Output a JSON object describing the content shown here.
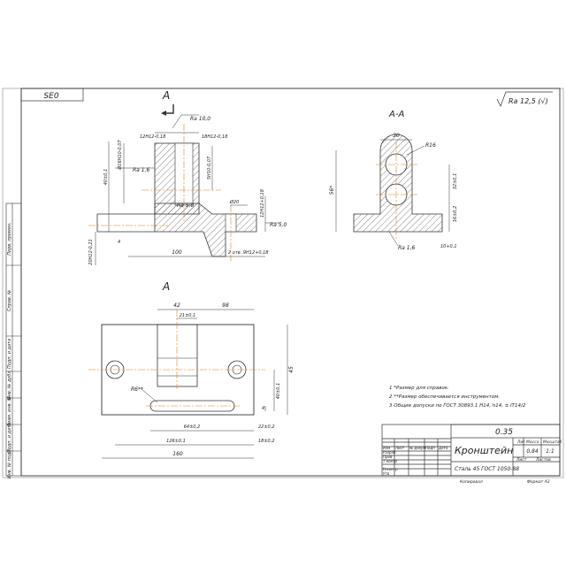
{
  "sheet": {
    "top_code": "SE0",
    "roughness": "Ra 12,5 (√)"
  },
  "views": {
    "section_marker": "A",
    "section_title": "A-A",
    "plan_marker": "A"
  },
  "dims_front": {
    "ra_top": "Ra 10,0",
    "d1": "12H12-0,18",
    "d2": "18H12-0,18",
    "v1": "Ø16H10-0,07",
    "v2": "40±0,1",
    "v3": "5H10-0,07",
    "ra_left": "Ra 1,6",
    "ra_mid": "Ra 5,0",
    "ra_right": "Ra 5,0",
    "d3": "Ø20",
    "v4": "12H12+0,18",
    "v5": "20H12-0,21",
    "v6": "4",
    "len": "100",
    "d4": "2 отв. 9H12+0,18"
  },
  "dims_section": {
    "top": "30",
    "r": "R16",
    "h": "56*",
    "r1": "32±0,1",
    "r2": "16±0,2",
    "ra": "Ra 1,6",
    "d": "10+0,1"
  },
  "dims_plan": {
    "w1": "42",
    "w2": "98",
    "w3": "21±0,1",
    "r": "R6**",
    "h": "45",
    "h2": "40±0,1",
    "h3": "4",
    "l1": "64±0,2",
    "l2": "22±0,2",
    "l3": "126±0,1",
    "l4": "18±0,2",
    "l5": "160"
  },
  "notes": [
    "1  *Размер для справок.",
    "2  **Размер обеспечивается инструментом.",
    "3  Общие допуски по ГОСТ 30893.1 H14, h14, ± IT14/2"
  ],
  "title_block": {
    "scale_note": "0.35",
    "part_name": "Кронштейн",
    "material": "Сталь 45 ГОСТ 1050-88",
    "mass": "0,84",
    "scale": "1:1",
    "col_lit": "Лит",
    "col_mass": "Масса",
    "col_scale": "Масштаб",
    "sheet": "Лист",
    "sheets": "Листов",
    "rows": [
      "Изм",
      "Лист",
      "№ докум",
      "Подп",
      "Дата",
      "Разраб",
      "Пров",
      "Т.контр",
      "Н.контр",
      "Утв"
    ],
    "copied": "Копировал",
    "format": "Формат А3"
  },
  "side_labels": [
    "Перв. примен.",
    "Справ. №",
    "Подп. и дата",
    "Инв. № дубл.",
    "Взам. инв. №",
    "Подп. и дата",
    "Инв. № подл."
  ]
}
